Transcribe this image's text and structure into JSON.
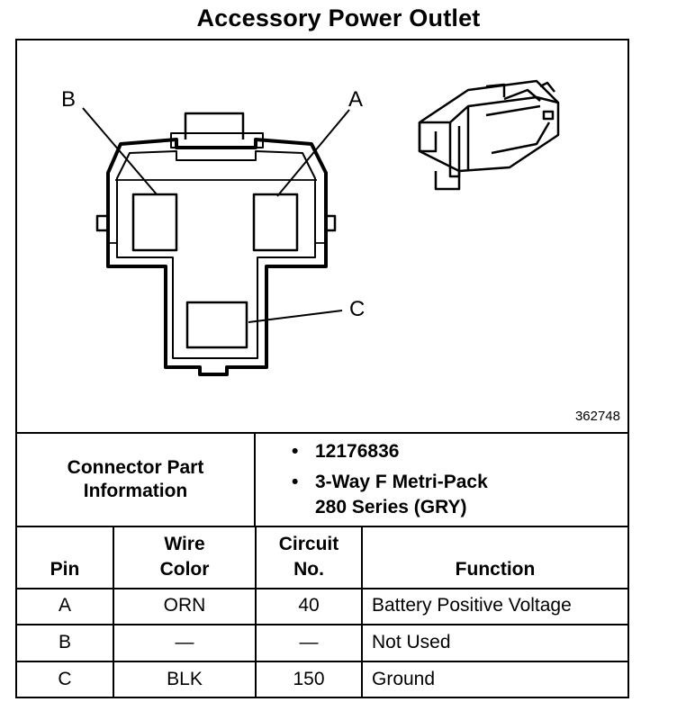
{
  "title": "Accessory Power Outlet",
  "figure_number": "362748",
  "diagram": {
    "pin_labels": [
      "A",
      "B",
      "C"
    ]
  },
  "connector": {
    "label_line1": "Connector Part",
    "label_line2": "Information",
    "bullet": "•",
    "items": [
      "12176836",
      "3-Way F Metri-Pack",
      "280 Series (GRY)"
    ]
  },
  "table": {
    "headers": {
      "pin": "Pin",
      "wire_line1": "Wire",
      "wire_line2": "Color",
      "circuit_line1": "Circuit",
      "circuit_line2": "No.",
      "function": "Function"
    },
    "rows": [
      {
        "pin": "A",
        "wire": "ORN",
        "circuit": "40",
        "function": "Battery Positive Voltage"
      },
      {
        "pin": "B",
        "wire": "—",
        "circuit": "—",
        "function": "Not Used"
      },
      {
        "pin": "C",
        "wire": "BLK",
        "circuit": "150",
        "function": "Ground"
      }
    ]
  }
}
